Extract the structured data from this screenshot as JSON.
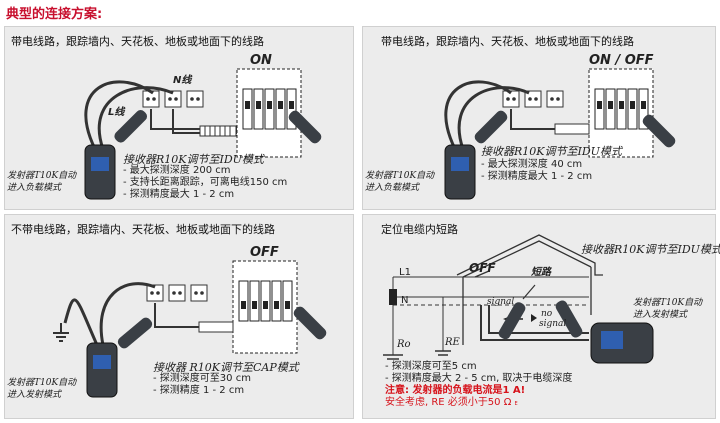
{
  "heading": "典型的连接方案:",
  "colors": {
    "heading": "#c8102e",
    "warning": "#d6131b",
    "panel_bg": "#ececec"
  },
  "panel1": {
    "title": "带电线路，跟踪墙内、天花板、地板或地面下的线路",
    "state": "ON",
    "wire_n": "N线",
    "wire_l": "L线",
    "receiver_mode": "接收器R10K调节至IDU模式",
    "transmitter_note": [
      "发射器T10K自动",
      "进入负载模式"
    ],
    "bullets": [
      "- 最大探测深度 200 cm",
      "- 支持长距离跟踪，可离电线150 cm",
      "- 探测精度最大 1 - 2 cm"
    ]
  },
  "panel2": {
    "title": "带电线路，跟踪墙内、天花板、地板或地面下的线路",
    "state": "ON / OFF",
    "receiver_mode": "接收器R10K调节至IDU模式",
    "transmitter_note": [
      "发射器T10K自动",
      "进入负载模式"
    ],
    "bullets": [
      "- 最大探测深度 40 cm",
      "- 探测精度最大 1 - 2 cm"
    ]
  },
  "panel3": {
    "title": "不带电线路，跟踪墙内、天花板、地板或地面下的线路",
    "state": "OFF",
    "receiver_mode": "接收器 R10K调节至CAP模式",
    "transmitter_note": [
      "发射器T10K自动",
      "进入发射模式"
    ],
    "bullets": [
      "- 探测深度可至30 cm",
      "- 探测精度 1 - 2 cm"
    ]
  },
  "panel4": {
    "title": "定位电缆内短路",
    "state": "OFF",
    "receiver_mode": "接收器R10K调节至IDU模式",
    "short_label": "短路",
    "signal_label": "signal",
    "no_signal": [
      "no",
      "signal"
    ],
    "l1": "L1",
    "n": "N",
    "ro": "Ro",
    "re": "RE",
    "transmitter_note": [
      "发射器T10K自动",
      "进入发射模式"
    ],
    "bullets": [
      "- 探测深度可至5 cm",
      "- 探测精度最大 2 - 5 cm, 取决于电缆深度"
    ],
    "warning1": "注意: 发射器的负载电流是1 A!",
    "warning2": "安全考虑, RE 必须小于50 Ω",
    "tiny_mark": "E"
  }
}
